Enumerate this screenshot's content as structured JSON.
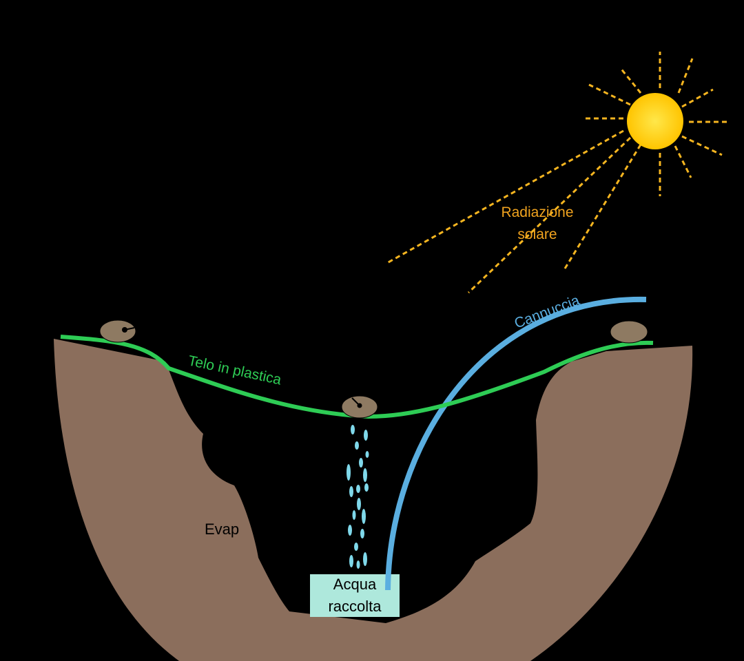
{
  "labels": {
    "radiation_line1": "Radiazione",
    "radiation_line2": "solare",
    "straw": "Cannuccia",
    "sheet": "Telo in plastica",
    "evaporation": "Evap",
    "water_line1": "Acqua",
    "water_line2": "raccolta"
  },
  "colors": {
    "background": "#000000",
    "soil": "#8b6e5c",
    "sheet": "#2ecc55",
    "straw": "#5aaee0",
    "sun_core": "#ffd21e",
    "sun_rays": "#f5b520",
    "radiation_text": "#f0a31f",
    "water_box": "#aee8dc",
    "drops": "#7fd8ea",
    "stone": "#8e7a62"
  }
}
